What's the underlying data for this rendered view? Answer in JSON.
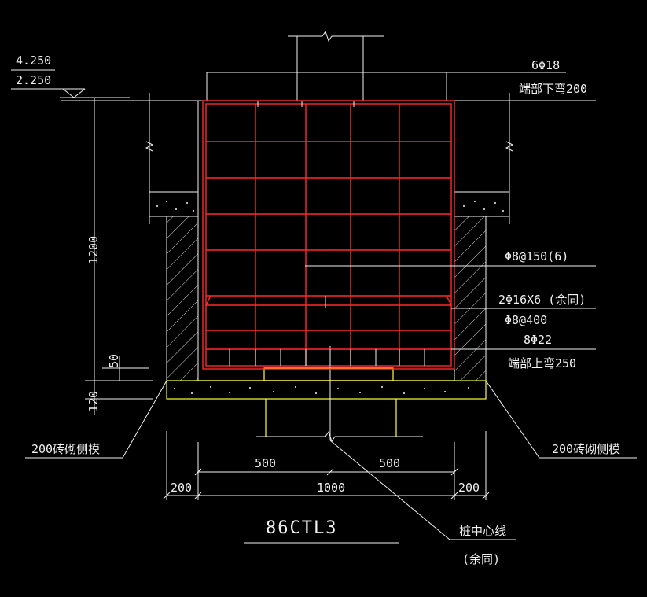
{
  "drawing_title": "86CTL3",
  "colors": {
    "background": "#000000",
    "lines": "#f2f2f2",
    "rebar": "#ff2a2a",
    "concrete_outline": "#ffff3c"
  },
  "elevations": {
    "top": "4.250",
    "bottom": "2.250"
  },
  "dims": {
    "height": "1200",
    "small": "50",
    "bed": "120",
    "left": "200",
    "right": "200",
    "total": "1000",
    "half_left": "500",
    "half_right": "500"
  },
  "rebar_notes": {
    "top_bars": "6Φ18",
    "top_hook": "端部下弯200",
    "stirrups": "Φ8@150(6)",
    "side_bars": "2Φ16X6 (余同)",
    "ties": "Φ8@400",
    "bottom_bars": "8Φ22",
    "bottom_hook": "端部上弯250"
  },
  "side_formwork_left": "200砖砌侧模",
  "side_formwork_right": "200砖砌侧模",
  "pile_centerline": "桩中心线",
  "pile_centerline_note": "(余同)"
}
